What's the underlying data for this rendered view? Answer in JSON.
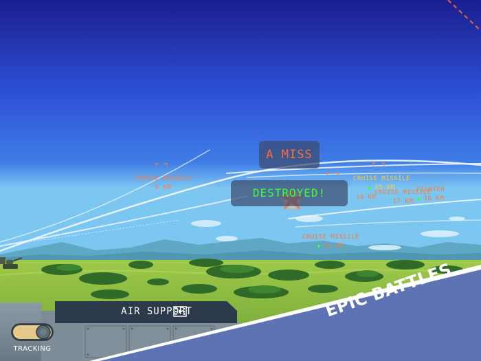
{
  "targets": [
    {
      "label": "CRUISE MISSILE",
      "distance": "6 KM"
    },
    {
      "label": "CRUISE MISSILE",
      "distance": "15 KM"
    },
    {
      "label": "CRUISE MISSILE",
      "distance": "10 KM"
    },
    {
      "label": "CRUISE MISSILE",
      "distance": "17 KM"
    },
    {
      "label": "FIGHTER",
      "distance": "16 KM"
    },
    {
      "label": "CRUISE MISSILE",
      "distance": "11 KM"
    }
  ],
  "messages": {
    "miss": "A MISS",
    "destroyed": "DESTROYED!"
  },
  "controls": {
    "air_support_label": "AIR SUPPORT",
    "tracking_label": "TRACKING"
  },
  "banner": {
    "text": "EPIC BATTLES"
  },
  "icons": {
    "air_support_icon": "video-icon",
    "tracking_toggle": "toggle-switch"
  },
  "colors": {
    "miss_text": "#ff6a3a",
    "destroyed_text": "#3cff3c",
    "target_label": "#ff7a3a",
    "fighter_label": "#ffcf3a",
    "banner": "#5e73b3"
  }
}
